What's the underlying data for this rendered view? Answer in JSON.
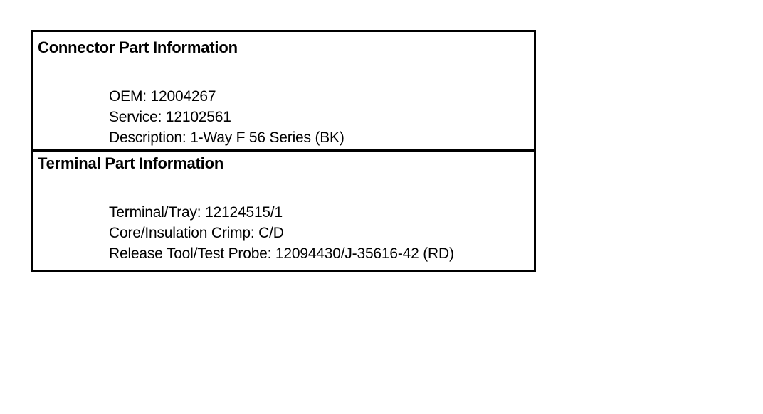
{
  "connector": {
    "title": "Connector Part Information",
    "lines": [
      "OEM: 12004267",
      "Service: 12102561",
      "Description: 1-Way F 56 Series (BK)"
    ]
  },
  "terminal": {
    "title": "Terminal Part Information",
    "lines": [
      "Terminal/Tray: 12124515/1",
      "Core/Insulation Crimp: C/D",
      "Release Tool/Test Probe: 12094430/J-35616-42 (RD)"
    ]
  }
}
